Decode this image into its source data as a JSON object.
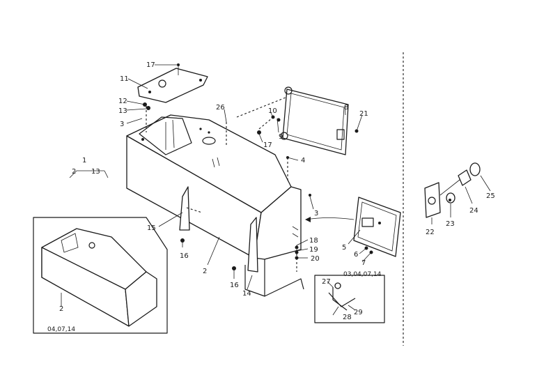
{
  "labels": {
    "p1": "1",
    "p2a": "2",
    "p2b": "2",
    "p3a": "3",
    "p3b": "3",
    "p4": "4",
    "p5": "5",
    "p6": "6",
    "p7": "7",
    "p8": "8",
    "p9": "9",
    "p10": "10",
    "p11": "11",
    "p12": "12",
    "p13a": "13",
    "p13b": "13",
    "p14": "14",
    "p15": "15",
    "p16a": "16",
    "p16b": "16",
    "p17a": "17",
    "p17b": "17",
    "p18": "18",
    "p19": "19",
    "p20": "20",
    "p21": "21",
    "p22": "22",
    "p23": "23",
    "p24": "24",
    "p25": "25",
    "p26": "26",
    "p27": "27",
    "p28": "28",
    "p29": "29"
  },
  "captions": {
    "inset_left": "04,07,14",
    "inset_right": "03,04,07,14"
  }
}
